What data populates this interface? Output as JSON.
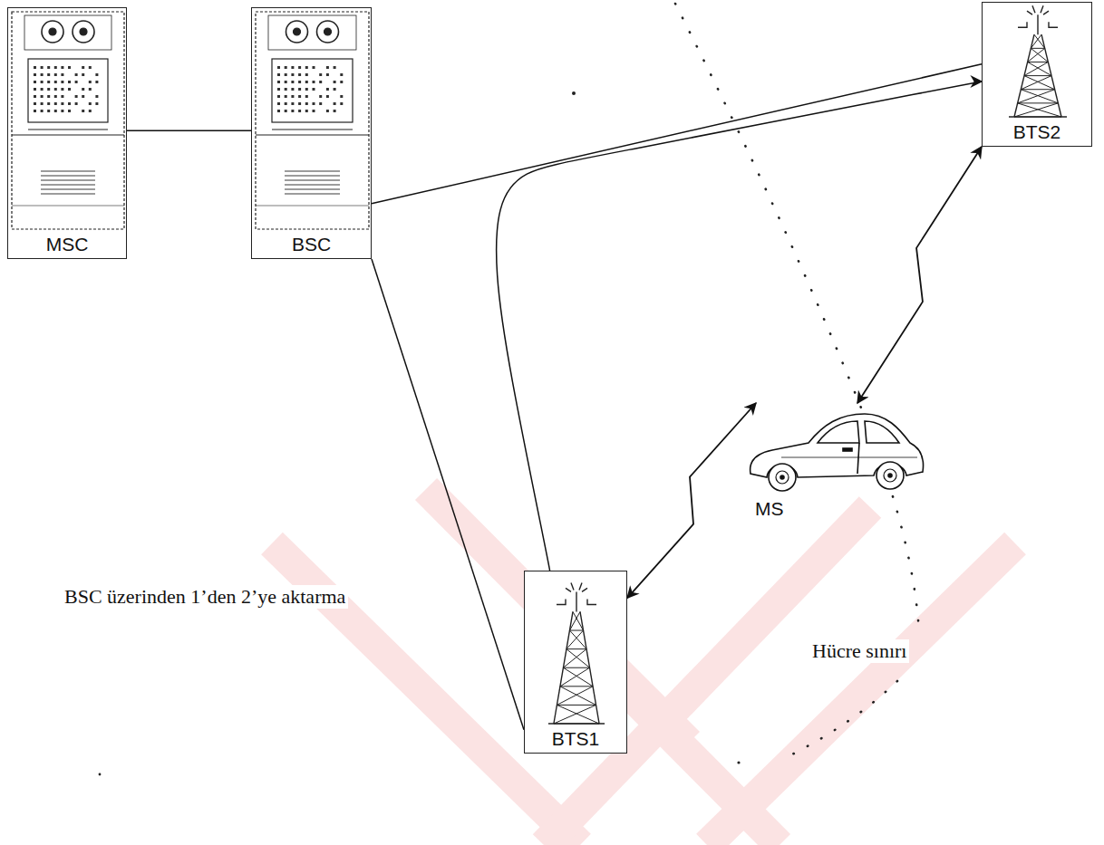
{
  "diagram": {
    "nodes": [
      {
        "text": [
          "MSC"
        ]
      },
      {
        "text": [
          "BSC"
        ]
      },
      {
        "text": [
          "BTS2"
        ]
      },
      {
        "text": [
          "MS"
        ]
      },
      {
        "text": [
          "BTS1"
        ]
      }
    ],
    "edges": [
      {
        "from": 0,
        "to": 1,
        "arrow": "none"
      },
      {
        "from": 1,
        "to": 2,
        "arrow": "none"
      },
      {
        "from": 1,
        "to": 4,
        "arrow": "none"
      },
      {
        "from": 4,
        "to": 2,
        "arrow": "to"
      },
      {
        "from": 4,
        "to": 3,
        "arrow": "both"
      },
      {
        "from": 2,
        "to": 3,
        "arrow": "both"
      }
    ],
    "labels": [
      "BSC üzerinden 1’den 2’ye aktarma",
      "Hücre sınırı"
    ]
  }
}
